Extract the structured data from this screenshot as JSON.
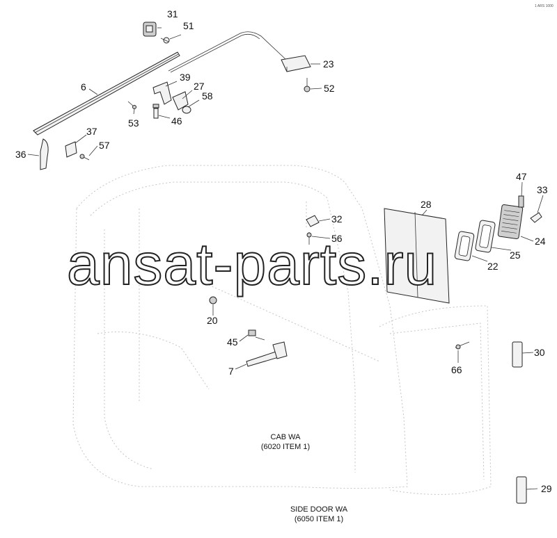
{
  "watermark": "ansat-parts.ru",
  "corner_code": "1 ARS 1000",
  "labels": {
    "p31": "31",
    "p51": "51",
    "p6": "6",
    "p39": "39",
    "p27": "27",
    "p58": "58",
    "p53": "53",
    "p46": "46",
    "p23": "23",
    "p52": "52",
    "p37": "37",
    "p57": "57",
    "p36": "36",
    "p47": "47",
    "p33": "33",
    "p28": "28",
    "p32": "32",
    "p56": "56",
    "p24": "24",
    "p22": "22",
    "p25": "25",
    "p20": "20",
    "p45": "45",
    "p7": "7",
    "p66": "66",
    "p30": "30",
    "p29": "29"
  },
  "notes": {
    "cab_line1": "CAB WA",
    "cab_line2": "(6020 ITEM 1)",
    "door_line1": "SIDE DOOR WA",
    "door_line2": "(6050 ITEM 1)"
  }
}
